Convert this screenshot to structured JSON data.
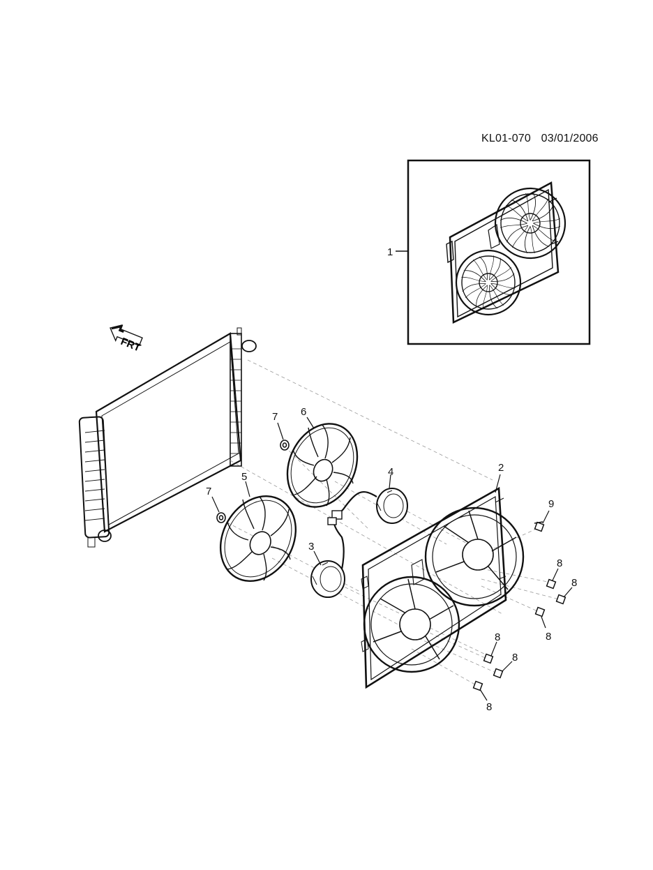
{
  "header": {
    "drawing_id": "KL01-070",
    "date": "03/01/2006"
  },
  "direction_marker": {
    "label": "FRT",
    "icon": "front-arrow-icon"
  },
  "callouts": [
    {
      "id": "c1",
      "label": "1"
    },
    {
      "id": "c2",
      "label": "2"
    },
    {
      "id": "c3",
      "label": "3"
    },
    {
      "id": "c4",
      "label": "4"
    },
    {
      "id": "c5",
      "label": "5"
    },
    {
      "id": "c6",
      "label": "6"
    },
    {
      "id": "c7a",
      "label": "7"
    },
    {
      "id": "c7b",
      "label": "7"
    },
    {
      "id": "c8a",
      "label": "8"
    },
    {
      "id": "c8b",
      "label": "8"
    },
    {
      "id": "c8c",
      "label": "8"
    },
    {
      "id": "c8d",
      "label": "8"
    },
    {
      "id": "c8e",
      "label": "8"
    },
    {
      "id": "c8f",
      "label": "8"
    },
    {
      "id": "c9",
      "label": "9"
    }
  ],
  "colors": {
    "ink": "#111111",
    "paper": "#ffffff"
  }
}
